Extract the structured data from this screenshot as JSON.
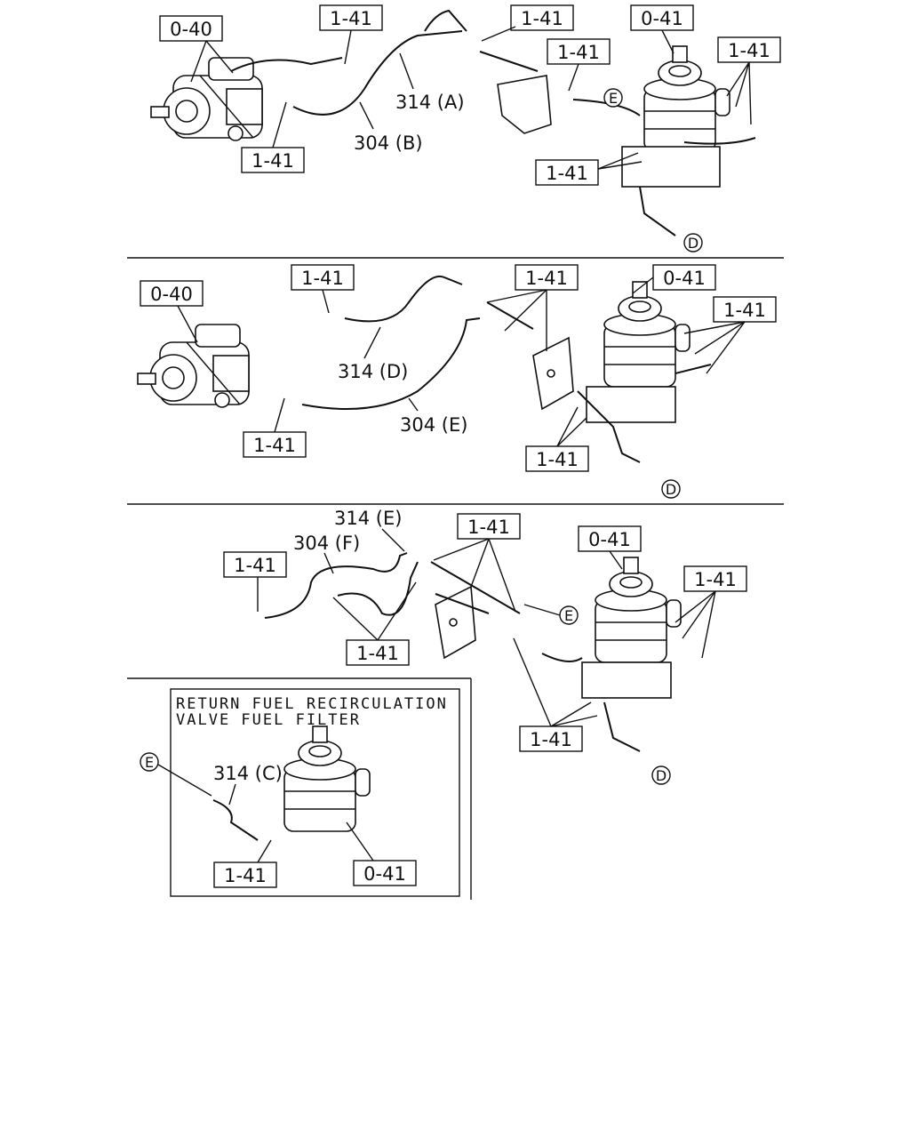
{
  "panels": [
    {
      "id": "top",
      "refs": [
        "0-40",
        "1-41",
        "1-41",
        "1-41",
        "1-41",
        "1-41",
        "0-41",
        "1-41"
      ],
      "hoses": [
        "314 (A)",
        "304 (B)"
      ],
      "connectors": [
        "E",
        "D"
      ]
    },
    {
      "id": "middle",
      "refs": [
        "0-40",
        "1-41",
        "1-41",
        "0-41",
        "1-41",
        "1-41",
        "1-41"
      ],
      "hoses": [
        "314 (D)",
        "304 (E)"
      ],
      "connectors": [
        "D"
      ]
    },
    {
      "id": "bottom",
      "refs": [
        "1-41",
        "1-41",
        "0-41",
        "1-41",
        "1-41",
        "1-41"
      ],
      "hoses": [
        "314 (E)",
        "304 (F)"
      ],
      "connectors": [
        "E",
        "D"
      ]
    },
    {
      "id": "inset",
      "title_line1": "RETURN FUEL RECIRCULATION",
      "title_line2": "VALVE FUEL FILTER",
      "refs": [
        "1-41",
        "0-41"
      ],
      "hoses": [
        "314 (C)"
      ],
      "connectors": [
        "E"
      ]
    }
  ]
}
